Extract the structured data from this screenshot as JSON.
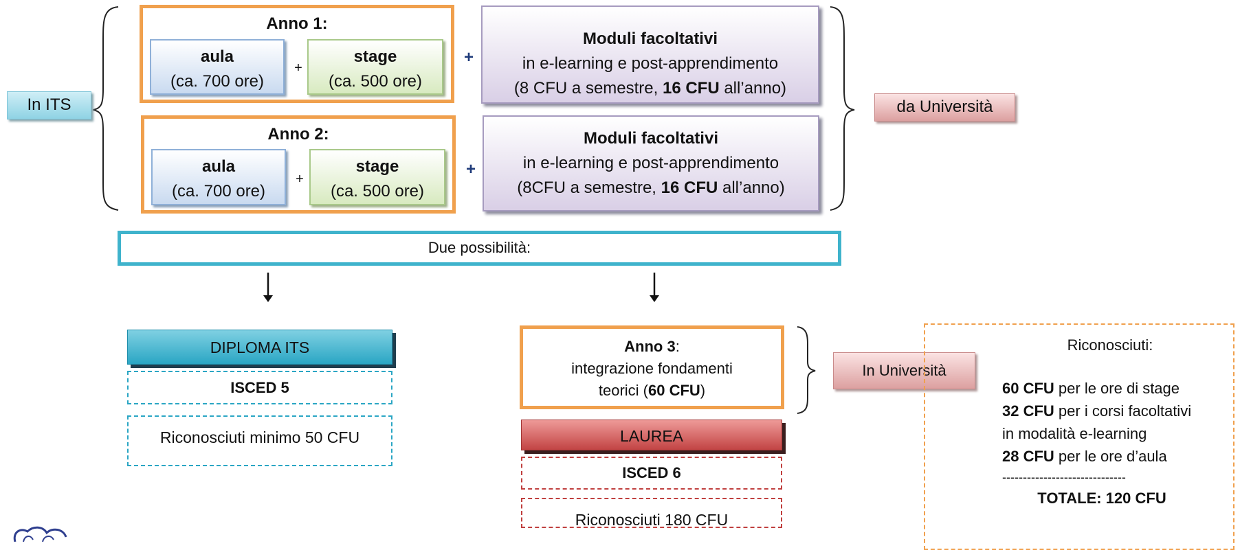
{
  "left_tag": "In ITS",
  "right_tag": "da Università",
  "year1": {
    "title": "Anno 1:",
    "aula": {
      "name": "aula",
      "hours": "(ca. 700 ore)"
    },
    "stage": {
      "name": "stage",
      "hours": "(ca. 500 ore)"
    },
    "plus_small": "+",
    "plus": "+",
    "optional": {
      "title": "Moduli facoltativi",
      "line1": "in e-learning e post-apprendimento",
      "line2_pre": "(8 CFU a semestre, ",
      "line2_bold": "16 CFU",
      "line2_post": " all’anno)"
    }
  },
  "year2": {
    "title": "Anno 2:",
    "aula": {
      "name": "aula",
      "hours": "(ca. 700 ore)"
    },
    "stage": {
      "name": "stage",
      "hours": "(ca. 500 ore)"
    },
    "plus_small": "+",
    "plus": "+",
    "optional": {
      "title": "Moduli facoltativi",
      "line1": "in e-learning e post-apprendimento",
      "line2_pre": "(8CFU a semestre, ",
      "line2_bold": "16 CFU",
      "line2_post": " all’anno)"
    }
  },
  "two_options": "Due possibilità:",
  "left_path": {
    "band": "DIPLOMA ITS",
    "isced": "ISCED 5",
    "recognized": "Riconosciuti minimo 50 CFU"
  },
  "right_path": {
    "year3_title": "Anno 3",
    "year3_colon": ":",
    "year3_line1": "integrazione fondamenti",
    "year3_line2_pre": "teorici (",
    "year3_line2_bold": "60 CFU",
    "year3_line2_post": ")",
    "uni_tag": "In Università",
    "band": "LAUREA",
    "isced": "ISCED 6",
    "recognized": "Riconosciuti 180 CFU"
  },
  "recognized_panel": {
    "title": "Riconosciuti:",
    "items": [
      {
        "bold": "60 CFU",
        "text": " per le ore di stage"
      },
      {
        "bold": "32 CFU",
        "text": " per i corsi facoltativi in modalità e-learning"
      },
      {
        "bold": "28 CFU",
        "text": " per le ore d’aula"
      }
    ],
    "separator": "------------------------------",
    "total": "TOTALE: 120 CFU"
  }
}
